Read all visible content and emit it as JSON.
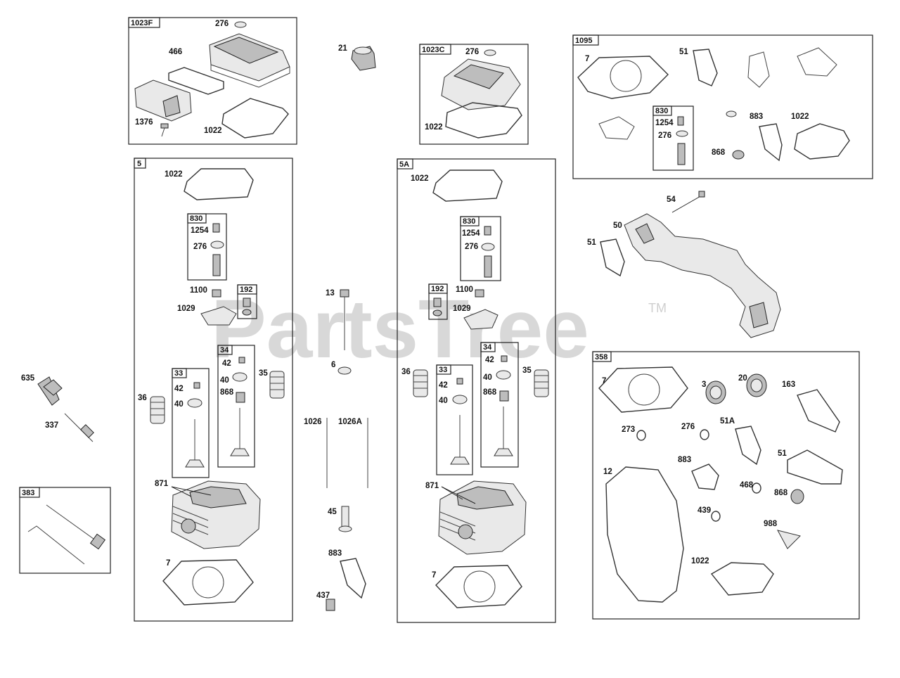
{
  "watermark": {
    "text": "PartsTree",
    "trademark": "TM"
  },
  "groups": {
    "g1023F": "1023F",
    "g1023C": "1023C",
    "g1095": "1095",
    "g5": "5",
    "g5A": "5A",
    "g383": "383",
    "g358": "358",
    "g830a": "830",
    "g830b": "830",
    "g830c": "830",
    "g192a": "192",
    "g192b": "192",
    "g33a": "33",
    "g33b": "33",
    "g34a": "34",
    "g34b": "34"
  },
  "callouts": {
    "c276_a": "276",
    "c466": "466",
    "c1376": "1376",
    "c1022_a": "1022",
    "c21": "21",
    "c276_b": "276",
    "c1022_b": "1022",
    "c7_a": "7",
    "c51_a": "51",
    "c1254_a": "1254",
    "c276_c": "276",
    "c883_a": "883",
    "c1022_c": "1022",
    "c868_a": "868",
    "c54": "54",
    "c50": "50",
    "c51_b": "51",
    "c1022_d": "1022",
    "c1254_b": "1254",
    "c276_d": "276",
    "c1100_a": "1100",
    "c1029_a": "1029",
    "c42_a": "42",
    "c40_a": "40",
    "c868_b": "868",
    "c35_a": "35",
    "c36_a": "36",
    "c42_b": "42",
    "c40_b": "40",
    "c871_a": "871",
    "c7_b": "7",
    "c13": "13",
    "c6": "6",
    "c1026": "1026",
    "c1026A": "1026A",
    "c45": "45",
    "c883_b": "883",
    "c437": "437",
    "c1022_e": "1022",
    "c1254_c": "1254",
    "c276_e": "276",
    "c1100_b": "1100",
    "c1029_b": "1029",
    "c36_b": "36",
    "c42_c": "42",
    "c40_c": "40",
    "c42_d": "42",
    "c40_d": "40",
    "c868_c": "868",
    "c35_b": "35",
    "c871_b": "871",
    "c7_c": "7",
    "c635": "635",
    "c337": "337",
    "c7_d": "7",
    "c3": "3",
    "c20": "20",
    "c163": "163",
    "c273": "273",
    "c276_f": "276",
    "c51A": "51A",
    "c12": "12",
    "c883_c": "883",
    "c51_c": "51",
    "c468": "468",
    "c868_d": "868",
    "c439": "439",
    "c988": "988",
    "c1022_f": "1022"
  }
}
